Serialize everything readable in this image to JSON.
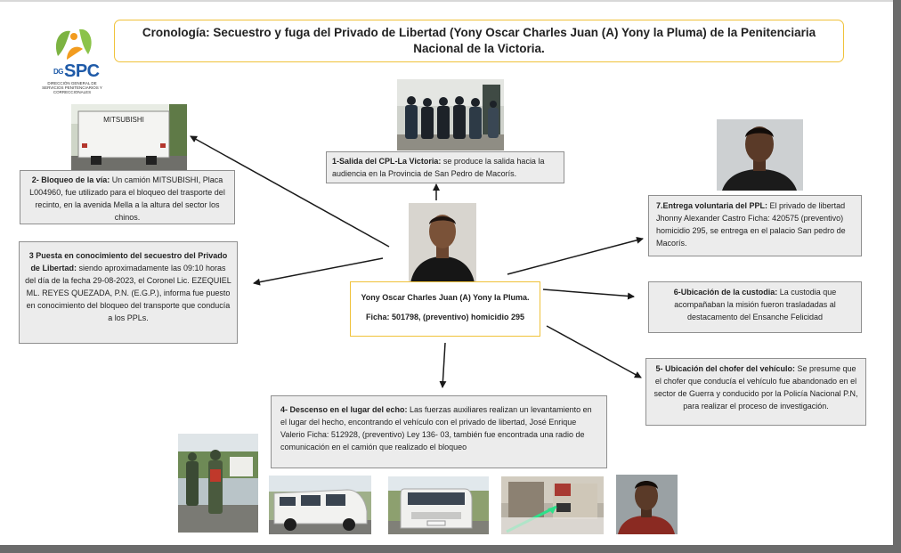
{
  "title": "Cronología: Secuestro y fuga del Privado de Libertad (Yony Oscar Charles Juan (A) Yony la Pluma) de la Penitenciaria Nacional de la Victoria.",
  "logo": {
    "letters": "SPC",
    "prefix": "DG",
    "subtitle": "DIRECCIÓN GENERAL DE SERVICIOS PENITENCIARIOS Y CORRECCIONALES",
    "colors": {
      "green": "#7cb342",
      "orange": "#f29c1f",
      "blue": "#1e5aa8"
    }
  },
  "center": {
    "name": "Yony Oscar Charles Juan (A) Yony la Pluma.",
    "ficha": "Ficha: 501798, (preventivo) homicidio 295"
  },
  "events": {
    "salida": {
      "heading": "1-Salida del CPL-La Victoria:",
      "text": " se produce la salida hacia la audiencia en la Provincia de San Pedro de Macorís."
    },
    "bloqueo": {
      "heading": "2- Bloqueo de la vía:",
      "text": " Un camión MITSUBISHI, Placa L004960, fue utilizado para el bloqueo del trasporte del recinto, en la avenida Mella a la altura del sector los chinos."
    },
    "puesta": {
      "heading": "3 Puesta en conocimiento del secuestro del Privado de Libertad:",
      "text": " siendo aproximadamente las 09:10 horas del día de la fecha 29-08-2023, el Coronel Lic. EZEQUIEL ML. REYES QUEZADA, P.N. (E.G.P.), informa fue puesto en conocimiento del bloqueo del transporte que conducía a los PPLs."
    },
    "descenso": {
      "heading": "4- Descenso en el lugar del echo:",
      "text": " Las fuerzas auxiliares realizan un levantamiento en el lugar del hecho, encontrando el vehículo con el privado de libertad, José Enrique Valerio Ficha: 512928, (preventivo) Ley 136- 03, también fue encontrada una radio de comunicación en el camión que realizado el bloqueo"
    },
    "chofer": {
      "heading": "5- Ubicación del chofer del vehículo:",
      "text": " Se presume que el chofer que conducía el vehículo fue abandonado en el sector de Guerra y conducido por la Policía Nacional P.N, para realizar el proceso de investigación."
    },
    "custodia": {
      "heading": "6-Ubicación de la custodia:",
      "text": " La custodia que acompañaban la misión fueron trasladadas al destacamento del Ensanche Felicidad"
    },
    "entrega": {
      "heading": "7.Entrega voluntaria del PPL:",
      "text": "  El privado de libertad Jhonny Alexander Castro Ficha: 420575 (preventivo) homicidio 295, se entrega en el palacio San pedro de Macorís."
    }
  },
  "truck_label": "MITSUBISHI",
  "colors": {
    "box_bg": "#ececec",
    "accent_border": "#f0c23a",
    "arrow": "#1a1a1a"
  }
}
